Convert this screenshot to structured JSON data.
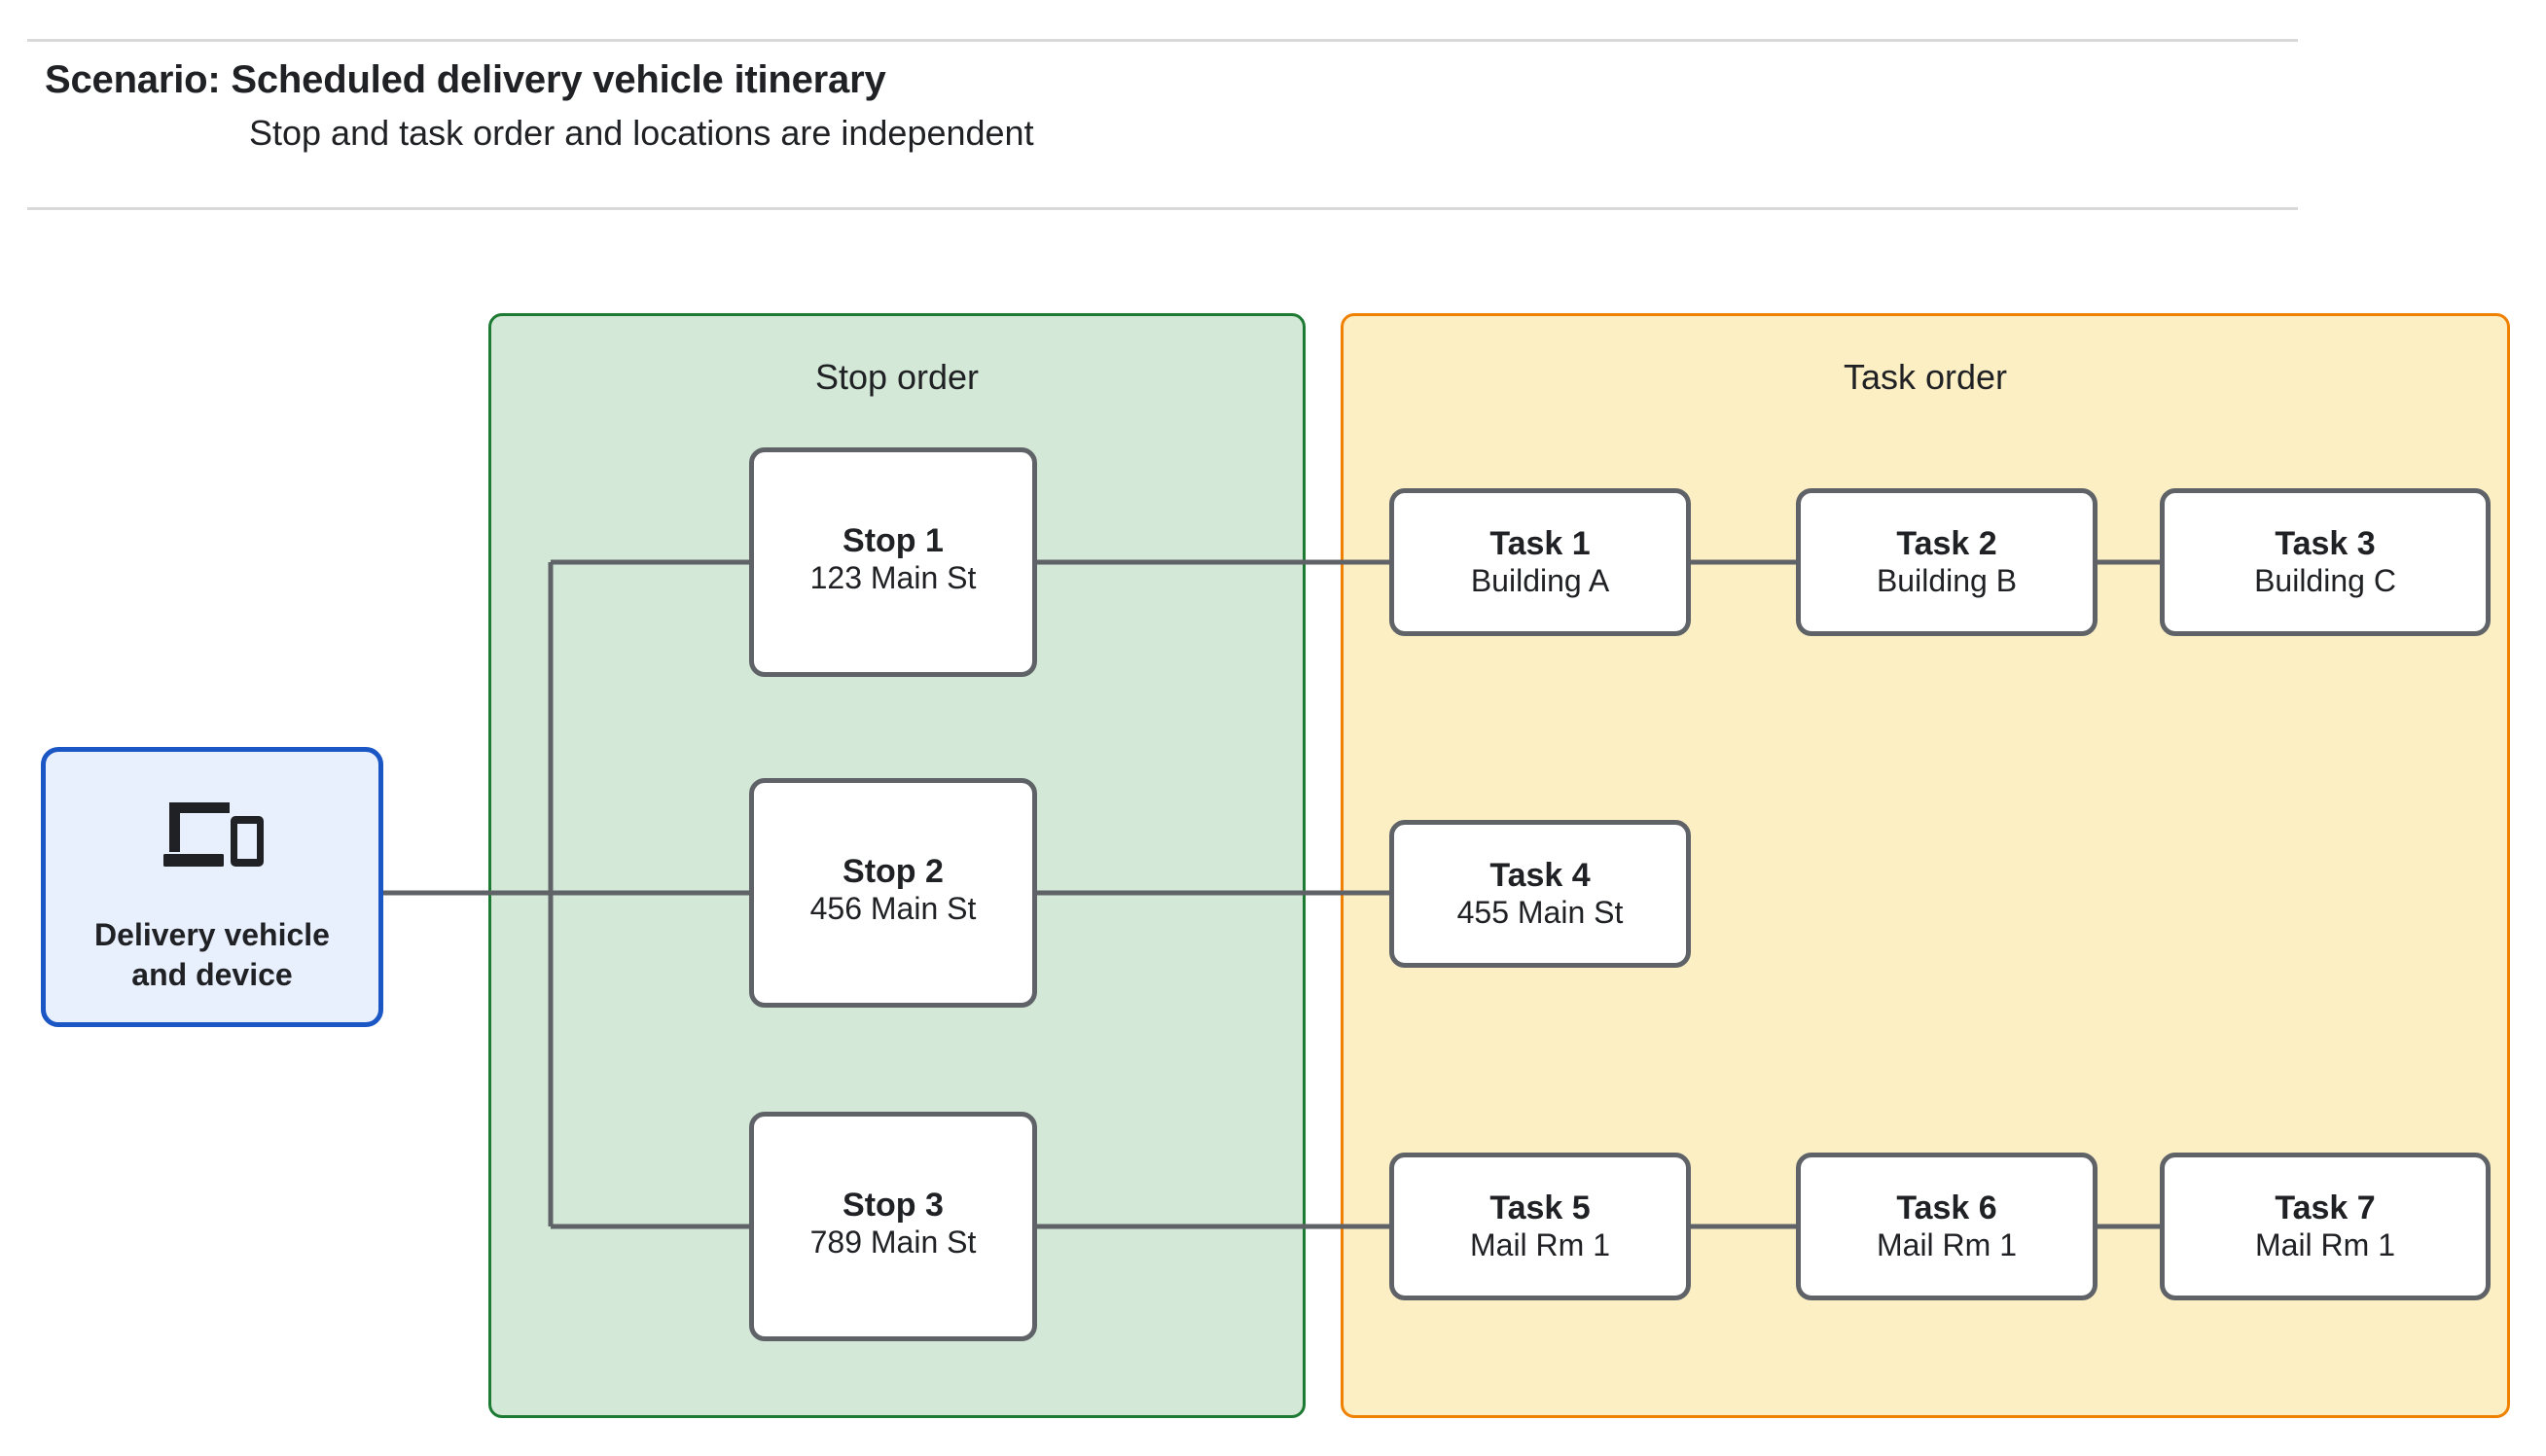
{
  "header": {
    "title": "Scenario: Scheduled delivery vehicle itinerary",
    "subtitle": "Stop and task order and locations are independent"
  },
  "device_card": {
    "icon": "devices-icon",
    "label": "Delivery vehicle\nand device",
    "border_color": "#1a56c4",
    "fill_color": "#e8f0fe"
  },
  "panels": {
    "stop": {
      "title": "Stop order",
      "fill_color": "#d3e8d6",
      "border_color": "#1d7a32"
    },
    "task": {
      "title": "Task order",
      "fill_color": "#fcefc4",
      "border_color": "#f08000"
    }
  },
  "stops": [
    {
      "title": "Stop 1",
      "location": "123 Main St"
    },
    {
      "title": "Stop 2",
      "location": "456 Main St"
    },
    {
      "title": "Stop 3",
      "location": "789 Main St"
    }
  ],
  "tasks": [
    {
      "title": "Task 1",
      "location": "Building A"
    },
    {
      "title": "Task 2",
      "location": "Building B"
    },
    {
      "title": "Task 3",
      "location": "Building C"
    },
    {
      "title": "Task 4",
      "location": "455 Main St"
    },
    {
      "title": "Task 5",
      "location": "Mail Rm 1"
    },
    {
      "title": "Task 6",
      "location": "Mail Rm 1"
    },
    {
      "title": "Task 7",
      "location": "Mail Rm 1"
    }
  ],
  "connector_color": "#5f6368",
  "node_border_color": "#5f6368",
  "node_fill_color": "#ffffff"
}
